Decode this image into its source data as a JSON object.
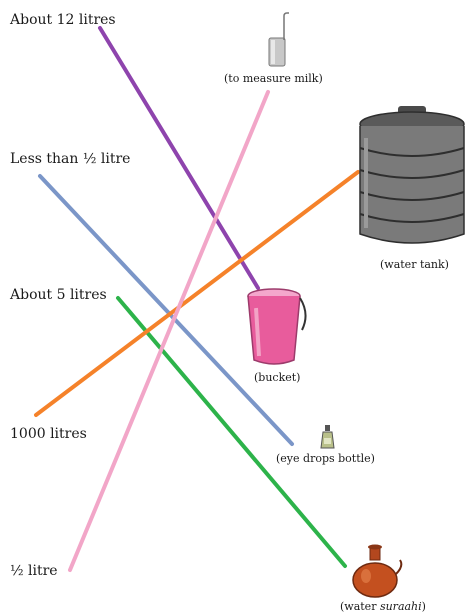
{
  "quantities": [
    {
      "label": "About 12 litres"
    },
    {
      "label": "Less than ½ litre"
    },
    {
      "label": "About 5 litres"
    },
    {
      "label": "1000 litres"
    },
    {
      "label": "½ litre"
    }
  ],
  "containers": {
    "measure_milk": {
      "caption": "(to measure milk)",
      "icon": "milk-measure-icon"
    },
    "water_tank": {
      "caption": "(water tank)",
      "icon": "water-tank-icon"
    },
    "bucket": {
      "caption": "(bucket)",
      "icon": "bucket-icon"
    },
    "eye_drops": {
      "caption": "(eye drops bottle)",
      "icon": "eye-drops-bottle-icon"
    },
    "suraahi": {
      "caption_pre": "(water ",
      "caption_em": "suraahi",
      "caption_post": ")",
      "icon": "water-suraahi-icon"
    }
  },
  "matches": [
    {
      "from": "About 12 litres",
      "to": "(bucket)",
      "color": "#8e44ad"
    },
    {
      "from": "Less than ½ litre",
      "to": "(eye drops bottle)",
      "color": "#7b96c8"
    },
    {
      "from": "About 5 litres",
      "to": "(water suraahi)",
      "color": "#2db34a"
    },
    {
      "from": "1000 litres",
      "to": "(water tank)",
      "color": "#f5822a"
    },
    {
      "from": "½ litre",
      "to": "(to measure milk)",
      "color": "#f2a6c8"
    }
  ]
}
